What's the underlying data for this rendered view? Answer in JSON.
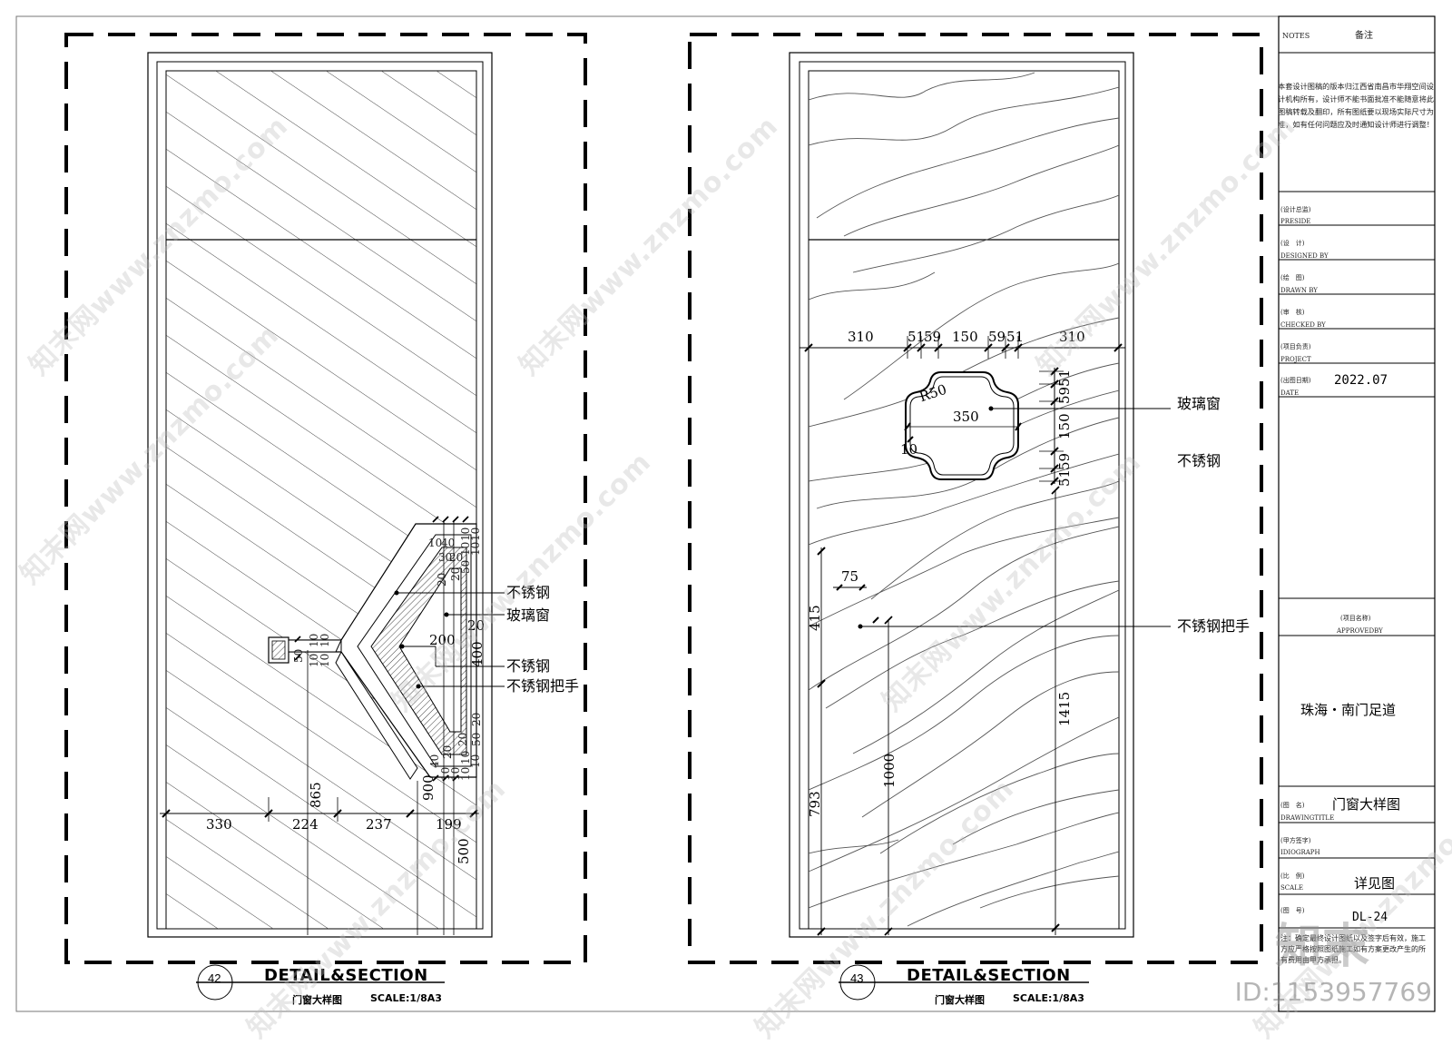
{
  "left_view": {
    "dims_bottom": [
      "330",
      "224",
      "237",
      "199"
    ],
    "dim_v_865": "865",
    "dim_v_900": "900",
    "dim_v_500": "500",
    "dims_small": [
      "10",
      "40",
      "30",
      "20",
      "10",
      "10",
      "10",
      "10",
      "50",
      "10",
      "20",
      "10",
      "10",
      "50",
      "10",
      "20",
      "20",
      "200",
      "20",
      "400",
      "50",
      "20",
      "20",
      "20",
      "10",
      "40",
      "10",
      "10",
      "10",
      "10"
    ],
    "label_ss1": "不锈钢",
    "label_glass": "玻璃窗",
    "label_ss2": "不锈钢",
    "label_handle": "不锈钢把手",
    "drawing_no": "42",
    "title": "DETAIL&SECTION",
    "subtitle": "门窗大样图",
    "scale": "SCALE:1/8A3"
  },
  "right_view": {
    "dims_top": [
      "310",
      "51",
      "59",
      "150",
      "59",
      "51",
      "310"
    ],
    "dims_right": [
      "51",
      "59",
      "150",
      "59",
      "51"
    ],
    "dim_r50": "R50",
    "dim_350": "350",
    "dim_10": "10",
    "dim_75": "75",
    "dim_415": "415",
    "dim_793": "793",
    "dim_1000": "1000",
    "dim_1415": "1415",
    "label_glass": "玻璃窗",
    "label_ss": "不锈钢",
    "label_handle": "不锈钢把手",
    "drawing_no": "43",
    "title": "DETAIL&SECTION",
    "subtitle": "门窗大样图",
    "scale": "SCALE:1/8A3"
  },
  "title_block": {
    "notes_en": "NOTES",
    "notes_cn": "备注",
    "notes_text": "本套设计图稿的版本归江西省南昌市华翔空间设计机构所有，设计师不能书面批准不能随意将此图稿转载及翻印，所有图纸要以现场实际尺寸为准，如有任何问题应及时通知设计师进行调整！",
    "rows": [
      {
        "cn": "(设计总监)",
        "en": "PRESIDE",
        "value": ""
      },
      {
        "cn": "(设　计)",
        "en": "DESIGNED BY",
        "value": ""
      },
      {
        "cn": "(绘　图)",
        "en": "DRAWN BY",
        "value": ""
      },
      {
        "cn": "(审　核)",
        "en": "CHECKED BY",
        "value": ""
      },
      {
        "cn": "(项目负责)",
        "en": "PROJECT",
        "value": ""
      },
      {
        "cn": "(出图日期)",
        "en": "DATE",
        "value": "2022.07"
      }
    ],
    "project_name_cn": "(项目名称)",
    "project_name_en": "APPROVEDBY",
    "project_name": "珠海・南门足道",
    "drawing_title_cn": "(图　名)",
    "drawing_title_en": "DRAWINGTITLE",
    "drawing_title": "门窗大样图",
    "sign_cn": "(甲方签字)",
    "sign_en": "IDIOGRAPH",
    "scale_cn": "(比　例)",
    "scale_en": "SCALE",
    "scale_value": "详见图",
    "number_cn": "(图　号)",
    "number_value": "DL-24",
    "footer_text": "注：确定最终设计图纸以及签字后有效，施工方应严格按照图纸施工如有方案更改产生的所有费用由甲方承担。"
  },
  "watermarks": {
    "site": "知末网www.znzmo.com",
    "logo": "知末",
    "id": "ID:1153957769"
  }
}
